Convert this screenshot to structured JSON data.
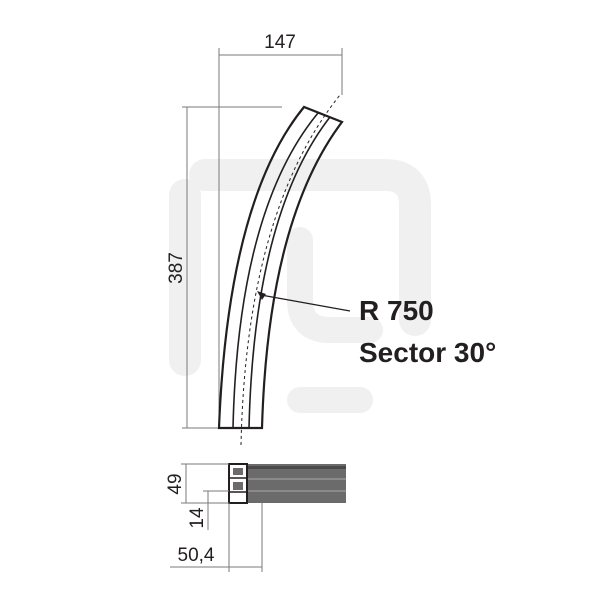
{
  "drawing": {
    "dimensions": {
      "width_top": "147",
      "height_left": "387",
      "profile_height": "49",
      "profile_step": "14",
      "profile_width": "50,4"
    },
    "callout": {
      "radius": "R 750",
      "sector": "Sector 30°"
    }
  },
  "colors": {
    "line": "#231f20",
    "dim_line": "#7a7a7a",
    "watermark": "#f0f0f0",
    "profile_fill": "#6b6b6b"
  }
}
